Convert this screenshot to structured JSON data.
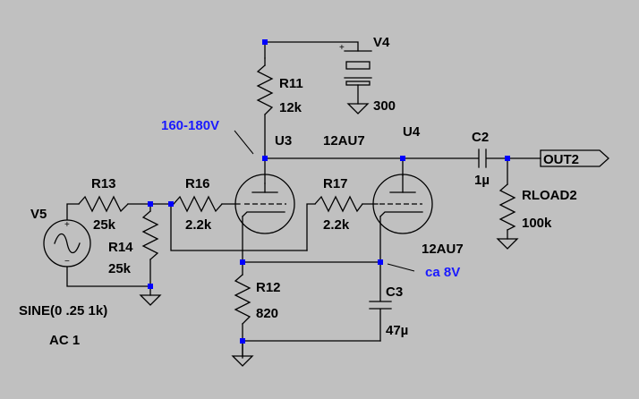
{
  "components": {
    "v4": {
      "ref": "V4",
      "value": "300"
    },
    "v5": {
      "ref": "V5",
      "value": "SINE(0 .25 1k)",
      "ac": "AC 1"
    },
    "r11": {
      "ref": "R11",
      "value": "12k"
    },
    "r12": {
      "ref": "R12",
      "value": "820"
    },
    "r13": {
      "ref": "R13",
      "value": "25k"
    },
    "r14": {
      "ref": "R14",
      "value": "25k"
    },
    "r16": {
      "ref": "R16",
      "value": "2.2k"
    },
    "r17": {
      "ref": "R17",
      "value": "2.2k"
    },
    "rload2": {
      "ref": "RLOAD2",
      "value": "100k"
    },
    "c2": {
      "ref": "C2",
      "value": "1µ"
    },
    "c3": {
      "ref": "C3",
      "value": "47µ"
    },
    "u3": {
      "ref": "U3",
      "value": "12AU7"
    },
    "u4": {
      "ref": "U4",
      "value": "12AU7"
    }
  },
  "annotations": {
    "plate_voltage": "160-180V",
    "cathode_voltage": "ca 8V"
  },
  "port": {
    "label": "OUT2"
  },
  "source_symbols": {
    "plus": "+",
    "minus": "−"
  }
}
